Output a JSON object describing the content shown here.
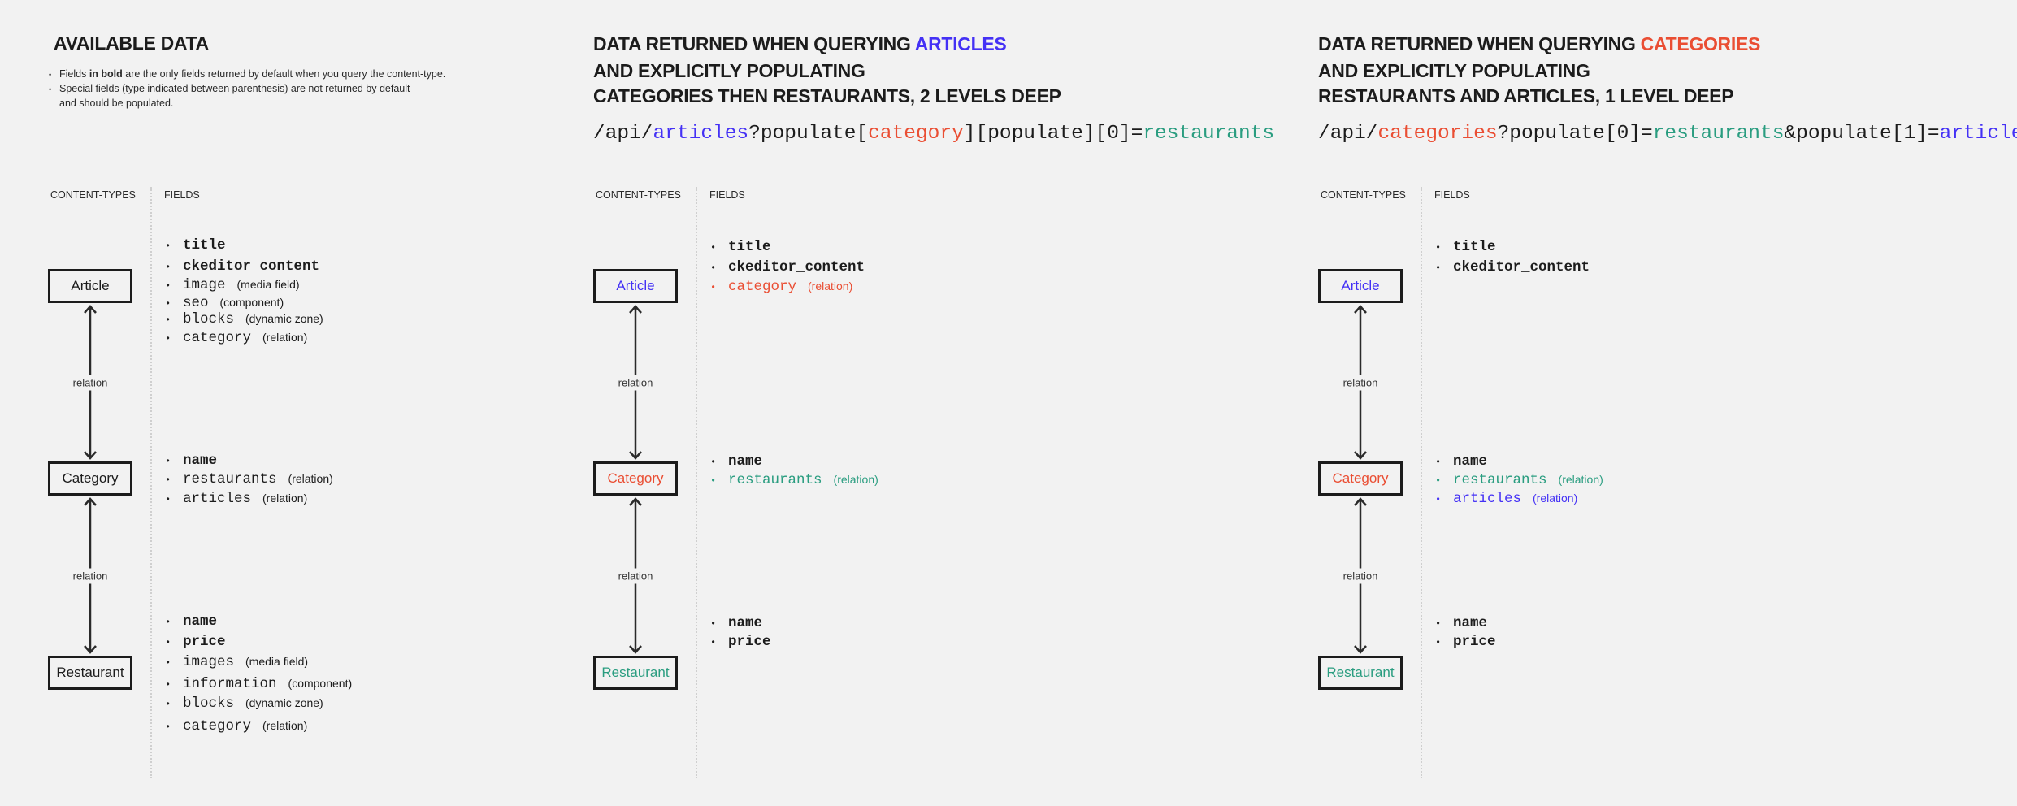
{
  "colors": {
    "blue": "#4431f5",
    "red": "#ea4e33",
    "green": "#2a9d80",
    "text": "#1c1c1c"
  },
  "available": {
    "title": "AVAILABLE DATA",
    "notes": [
      {
        "pre": "Fields ",
        "bold": "in bold",
        "post": " are the only fields returned by default when you query the content-type."
      },
      {
        "pre": "Special fields (type indicated between parenthesis) are not returned by default",
        "bold": "",
        "post": ""
      },
      {
        "pre": "and should be populated.",
        "bold": "",
        "post": ""
      }
    ]
  },
  "panels": [
    {
      "title_lines": [
        [
          {
            "text": "AVAILABLE DATA",
            "color": ""
          }
        ]
      ],
      "url": [],
      "content_types_label": "CONTENT-TYPES",
      "fields_label": "FIELDS",
      "relation_label": "relation",
      "entities": [
        {
          "name": "Article",
          "color": "",
          "fields": [
            {
              "name": "title",
              "note": "",
              "bold": true,
              "color": ""
            },
            {
              "name": "ckeditor_content",
              "note": "",
              "bold": true,
              "color": ""
            },
            {
              "name": "image",
              "note": "(media field)",
              "bold": false,
              "color": ""
            },
            {
              "name": "seo",
              "note": "(component)",
              "bold": false,
              "color": ""
            },
            {
              "name": "blocks",
              "note": "(dynamic zone)",
              "bold": false,
              "color": ""
            },
            {
              "name": "category",
              "note": "(relation)",
              "bold": false,
              "color": ""
            }
          ]
        },
        {
          "name": "Category",
          "color": "",
          "fields": [
            {
              "name": "name",
              "note": "",
              "bold": true,
              "color": ""
            },
            {
              "name": "restaurants",
              "note": "(relation)",
              "bold": false,
              "color": ""
            },
            {
              "name": "articles",
              "note": "(relation)",
              "bold": false,
              "color": ""
            }
          ]
        },
        {
          "name": "Restaurant",
          "color": "",
          "fields": [
            {
              "name": "name",
              "note": "",
              "bold": true,
              "color": ""
            },
            {
              "name": "price",
              "note": "",
              "bold": true,
              "color": ""
            },
            {
              "name": "images",
              "note": "(media field)",
              "bold": false,
              "color": ""
            },
            {
              "name": "information",
              "note": "(component)",
              "bold": false,
              "color": ""
            },
            {
              "name": "blocks",
              "note": "(dynamic zone)",
              "bold": false,
              "color": ""
            },
            {
              "name": "category",
              "note": "(relation)",
              "bold": false,
              "color": ""
            }
          ]
        }
      ]
    },
    {
      "title_lines": [
        [
          {
            "text": "DATA RETURNED WHEN QUERYING ",
            "color": ""
          },
          {
            "text": "ARTICLES",
            "color": "blue"
          }
        ],
        [
          {
            "text": "AND EXPLICITLY POPULATING",
            "color": ""
          }
        ],
        [
          {
            "text": "CATEGORIES THEN RESTAURANTS, 2 LEVELS DEEP",
            "color": ""
          }
        ]
      ],
      "url": [
        {
          "text": "/api/",
          "color": ""
        },
        {
          "text": "articles",
          "color": "blue"
        },
        {
          "text": "?populate[",
          "color": ""
        },
        {
          "text": "category",
          "color": "red"
        },
        {
          "text": "][populate][0]=",
          "color": ""
        },
        {
          "text": "restaurants",
          "color": "green"
        }
      ],
      "content_types_label": "CONTENT-TYPES",
      "fields_label": "FIELDS",
      "relation_label": "relation",
      "entities": [
        {
          "name": "Article",
          "color": "blue",
          "fields": [
            {
              "name": "title",
              "note": "",
              "bold": true,
              "color": ""
            },
            {
              "name": "ckeditor_content",
              "note": "",
              "bold": true,
              "color": ""
            },
            {
              "name": "category",
              "note": "(relation)",
              "bold": false,
              "color": "red"
            }
          ]
        },
        {
          "name": "Category",
          "color": "red",
          "fields": [
            {
              "name": "name",
              "note": "",
              "bold": true,
              "color": ""
            },
            {
              "name": "restaurants",
              "note": "(relation)",
              "bold": false,
              "color": "green"
            }
          ]
        },
        {
          "name": "Restaurant",
          "color": "green",
          "fields": [
            {
              "name": "name",
              "note": "",
              "bold": true,
              "color": ""
            },
            {
              "name": "price",
              "note": "",
              "bold": true,
              "color": ""
            }
          ]
        }
      ]
    },
    {
      "title_lines": [
        [
          {
            "text": "DATA RETURNED WHEN QUERYING ",
            "color": ""
          },
          {
            "text": "CATEGORIES",
            "color": "red"
          }
        ],
        [
          {
            "text": "AND EXPLICITLY POPULATING",
            "color": ""
          }
        ],
        [
          {
            "text": "RESTAURANTS AND ARTICLES, 1 LEVEL DEEP",
            "color": ""
          }
        ]
      ],
      "url": [
        {
          "text": "/api/",
          "color": ""
        },
        {
          "text": "categories",
          "color": "red"
        },
        {
          "text": "?populate[0]=",
          "color": ""
        },
        {
          "text": "restaurants",
          "color": "green"
        },
        {
          "text": "&populate[1]=",
          "color": ""
        },
        {
          "text": "articles",
          "color": "blue"
        }
      ],
      "content_types_label": "CONTENT-TYPES",
      "fields_label": "FIELDS",
      "relation_label": "relation",
      "entities": [
        {
          "name": "Article",
          "color": "blue",
          "fields": [
            {
              "name": "title",
              "note": "",
              "bold": true,
              "color": ""
            },
            {
              "name": "ckeditor_content",
              "note": "",
              "bold": true,
              "color": ""
            }
          ]
        },
        {
          "name": "Category",
          "color": "red",
          "fields": [
            {
              "name": "name",
              "note": "",
              "bold": true,
              "color": ""
            },
            {
              "name": "restaurants",
              "note": "(relation)",
              "bold": false,
              "color": "green"
            },
            {
              "name": "articles",
              "note": "(relation)",
              "bold": false,
              "color": "blue"
            }
          ]
        },
        {
          "name": "Restaurant",
          "color": "green",
          "fields": [
            {
              "name": "name",
              "note": "",
              "bold": true,
              "color": ""
            },
            {
              "name": "price",
              "note": "",
              "bold": true,
              "color": ""
            }
          ]
        }
      ]
    }
  ]
}
